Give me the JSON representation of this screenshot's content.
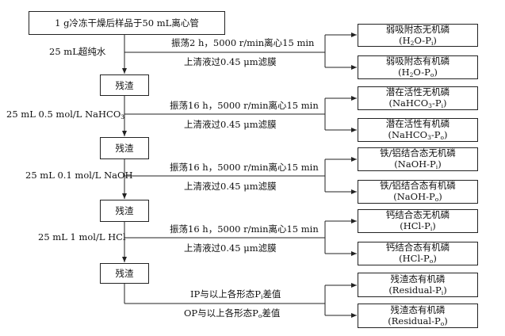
{
  "sample_box": "1 g冷冻干燥后样品于50 mL离心管",
  "residue_label": "残渣",
  "steps": [
    {
      "reagent": "25 mL超纯水",
      "condition": "振荡2 h，5000 r/min离心15 min",
      "filter": "上清液过0.45 μm滤膜",
      "inorganic": {
        "name": "弱吸附态无机磷",
        "code_pre": "(H",
        "code_sub1": "2",
        "code_mid": "O-P",
        "code_sub2": "i",
        "code_post": ")"
      },
      "organic": {
        "name": "弱吸附态有机磷",
        "code_pre": "(H",
        "code_sub1": "2",
        "code_mid": "O-P",
        "code_sub2": "o",
        "code_post": ")"
      }
    },
    {
      "reagent_pre": "25 mL 0.5 mol/L NaHCO",
      "reagent_sub": "3",
      "condition": "振荡16 h，5000 r/min离心15 min",
      "filter": "上清液过0.45 μm滤膜",
      "inorganic": {
        "name": "潜在活性无机磷",
        "code_pre": "(NaHCO",
        "code_sub1": "3",
        "code_mid": "-P",
        "code_sub2": "i",
        "code_post": ")"
      },
      "organic": {
        "name": "潜在活性有机磷",
        "code_pre": "(NaHCO",
        "code_sub1": "3",
        "code_mid": "-P",
        "code_sub2": "o",
        "code_post": ")"
      }
    },
    {
      "reagent": "25 mL 0.1 mol/L NaOH",
      "condition": "振荡16 h，5000 r/min离心15 min",
      "filter": "上清液过0.45 μm滤膜",
      "inorganic": {
        "name": "铁/铝结合态无机磷",
        "code_pre": "(NaOH-P",
        "code_sub": "i",
        "code_post": ")"
      },
      "organic": {
        "name": "铁/铝结合态有机磷",
        "code_pre": "(NaOH-P",
        "code_sub": "o",
        "code_post": ")"
      }
    },
    {
      "reagent": "25 mL 1 mol/L HCl",
      "condition": "振荡16 h，5000 r/min离心15 min",
      "filter": "上清液过0.45 μm滤膜",
      "inorganic": {
        "name": "钙结合态无机磷",
        "code_pre": "(HCl-P",
        "code_sub": "i",
        "code_post": ")"
      },
      "organic": {
        "name": "钙结合态有机磷",
        "code_pre": "(HCl-P",
        "code_sub": "o",
        "code_post": ")"
      }
    }
  ],
  "final": {
    "ip_pre": "IP与以上各形态P",
    "ip_sub": "i",
    "ip_post": "差值",
    "op_pre": "OP与以上各形态P",
    "op_sub": "o",
    "op_post": "差值",
    "inorganic": {
      "name": "残渣态有机磷",
      "code_pre": "(Residual-P",
      "code_sub": "i",
      "code_post": ")"
    },
    "organic": {
      "name": "残渣态有机磷",
      "code_pre": "(Residual-P",
      "code_sub": "o",
      "code_post": ")"
    }
  }
}
